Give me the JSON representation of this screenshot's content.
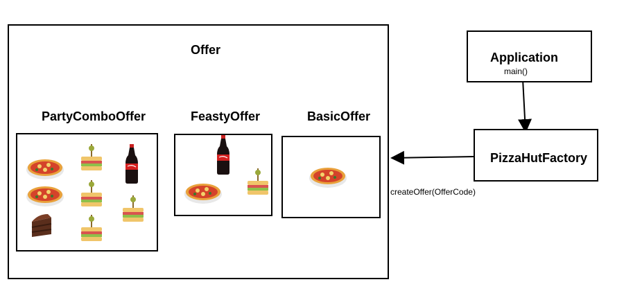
{
  "diagram": {
    "offer_label": "Offer",
    "party_label": "PartyComboOffer",
    "feasty_label": "FeastyOffer",
    "basic_label": "BasicOffer",
    "application_label": "Application",
    "application_method": "main()",
    "factory_label": "PizzaHutFactory",
    "factory_call": "createOffer(OfferCode)"
  },
  "icons": {
    "party_combo": [
      "pizza-icon",
      "pizza-icon",
      "sandwich-icon",
      "sandwich-icon",
      "sandwich-icon",
      "sandwich-icon",
      "cola-bottle-icon",
      "cake-slice-icon"
    ],
    "feasty": [
      "cola-bottle-icon",
      "pizza-icon",
      "sandwich-icon"
    ],
    "basic": [
      "pizza-icon"
    ]
  }
}
